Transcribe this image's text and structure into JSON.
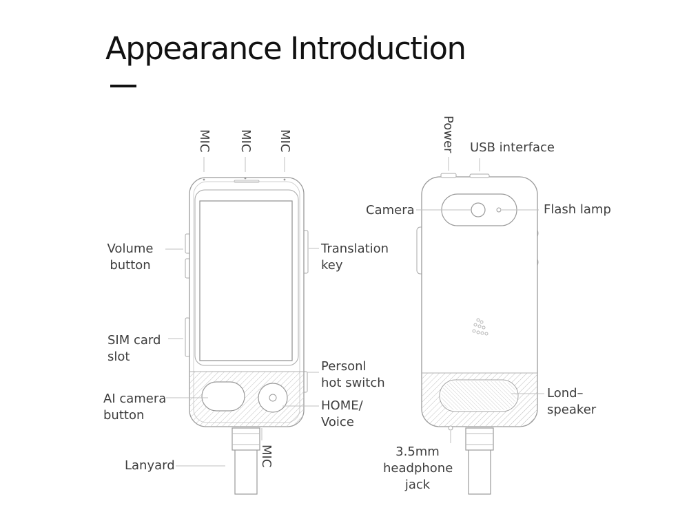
{
  "title": "Appearance Introduction",
  "front": {
    "mic_top": [
      "MIC",
      "MIC",
      "MIC"
    ],
    "volume_button": [
      "Volume",
      "button"
    ],
    "sim_card_slot": [
      "SIM card",
      "slot"
    ],
    "ai_camera_button": [
      "AI camera",
      "button"
    ],
    "lanyard": "Lanyard",
    "translation_key": [
      "Translation",
      "key"
    ],
    "personal_hot_switch": [
      "Personl",
      "hot switch"
    ],
    "home_voice": [
      "HOME/",
      "Voice"
    ],
    "mic_bottom": "MIC"
  },
  "back": {
    "power": "Power",
    "usb_interface": "USB interface",
    "camera": "Camera",
    "flash_lamp": "Flash lamp",
    "loudspeaker": [
      "Lond–",
      "speaker"
    ],
    "headphone_jack": [
      "3.5mm",
      "headphone",
      "jack"
    ]
  }
}
